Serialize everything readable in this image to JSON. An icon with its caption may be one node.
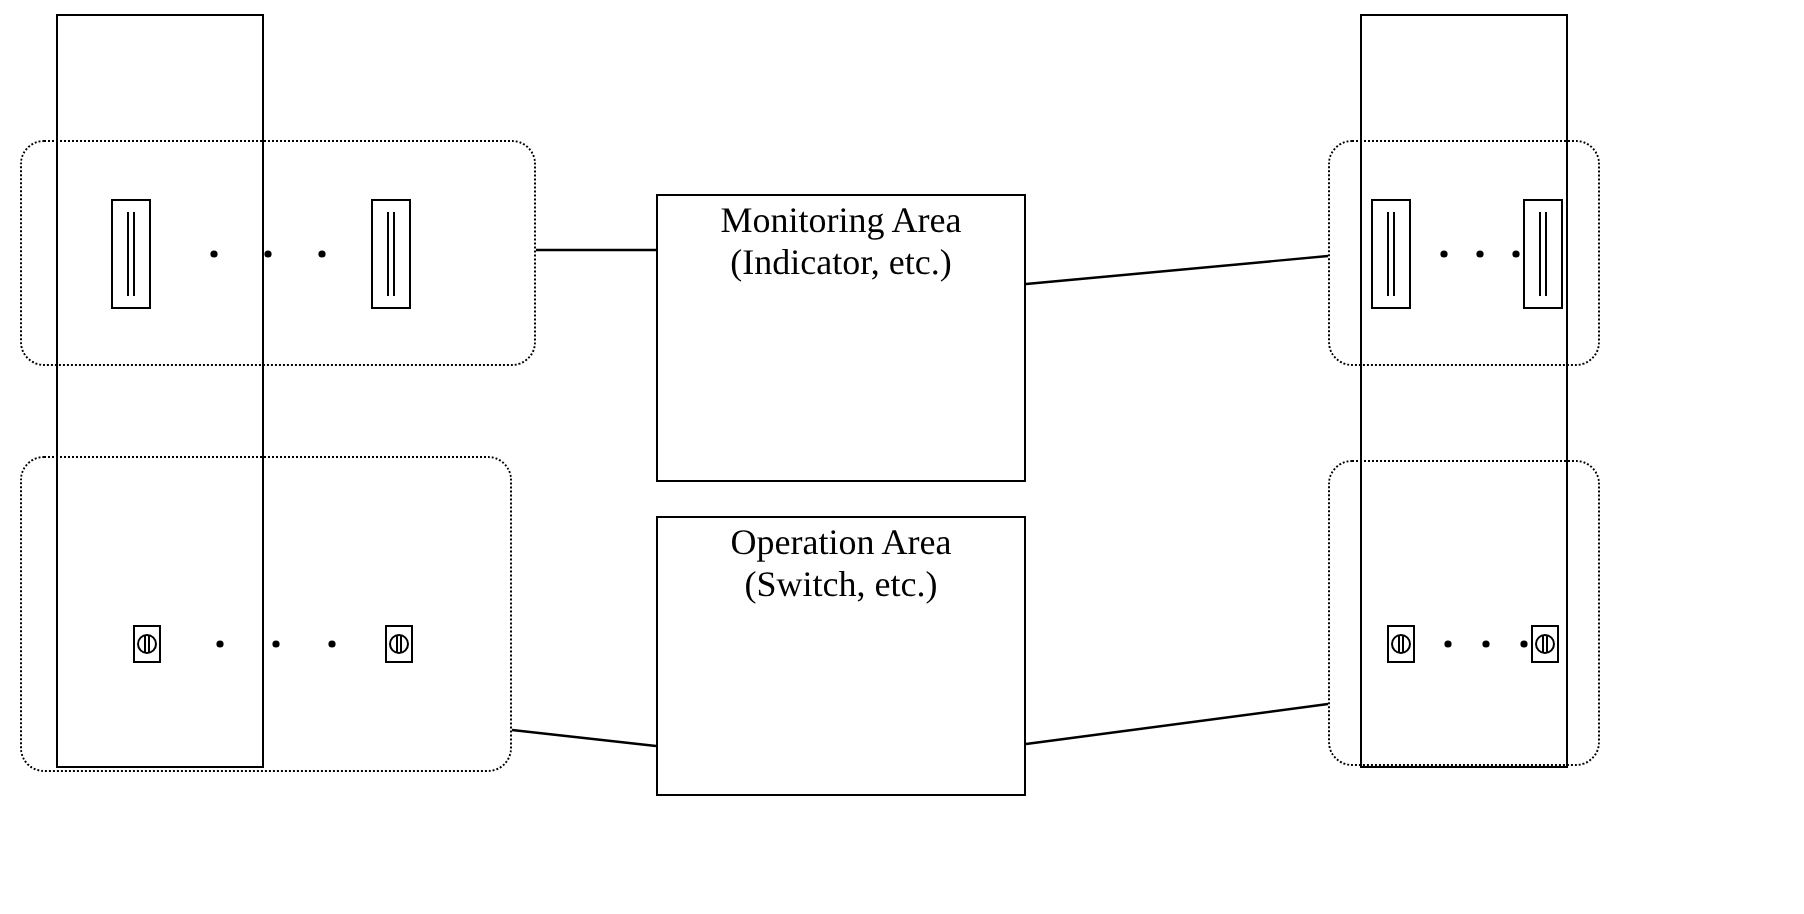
{
  "diagram": {
    "nodes": [
      {
        "text": [],
        "shape": "box"
      },
      {
        "text": [],
        "shape": "box"
      },
      {
        "text": [],
        "shape": "box"
      },
      {
        "text": [
          "Monitoring Area (Indicator, etc.)"
        ]
      },
      {
        "text": [
          "Operation Area (Switch, etc.)"
        ]
      },
      {
        "text": [],
        "shape": "box"
      },
      {
        "text": [],
        "shape": "box"
      },
      {
        "text": [],
        "shape": "box"
      }
    ],
    "edges": [
      {
        "from": 3,
        "to": 1,
        "arrow": "none"
      },
      {
        "from": 3,
        "to": 6,
        "arrow": "none"
      },
      {
        "from": 4,
        "to": 2,
        "arrow": "none"
      },
      {
        "from": 4,
        "to": 7,
        "arrow": "none"
      }
    ]
  }
}
